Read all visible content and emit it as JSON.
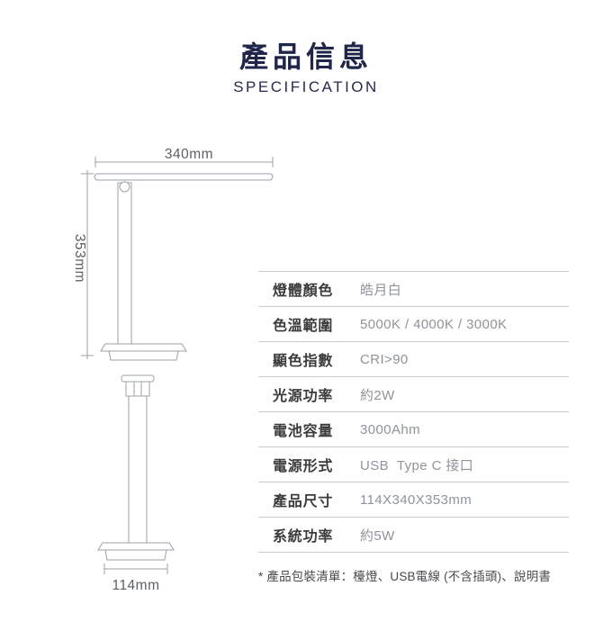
{
  "header": {
    "title": "產品信息",
    "subtitle": "SPECIFICATION",
    "accent_color": "#20264a"
  },
  "diagram": {
    "width_label": "340mm",
    "height_label": "353mm",
    "base_label": "114mm",
    "line_color": "#9aa0a6",
    "dim_text_color": "#5d6165"
  },
  "spec_table": {
    "rows": [
      {
        "label": "燈體顏色",
        "value": "皓月白"
      },
      {
        "label": "色溫範圍",
        "value": "5000K / 4000K / 3000K"
      },
      {
        "label": "顯色指數",
        "value": "CRI>90"
      },
      {
        "label": "光源功率",
        "value": "約2W"
      },
      {
        "label": "電池容量",
        "value": "3000Ahm"
      },
      {
        "label": "電源形式",
        "value": "USB  Type C 接口"
      },
      {
        "label": "產品尺寸",
        "value": "114X340X353mm"
      },
      {
        "label": "系統功率",
        "value": "約5W"
      }
    ]
  },
  "footnote": "* 產品包裝清單：檯燈、USB電線 (不含插頭)、說明書"
}
